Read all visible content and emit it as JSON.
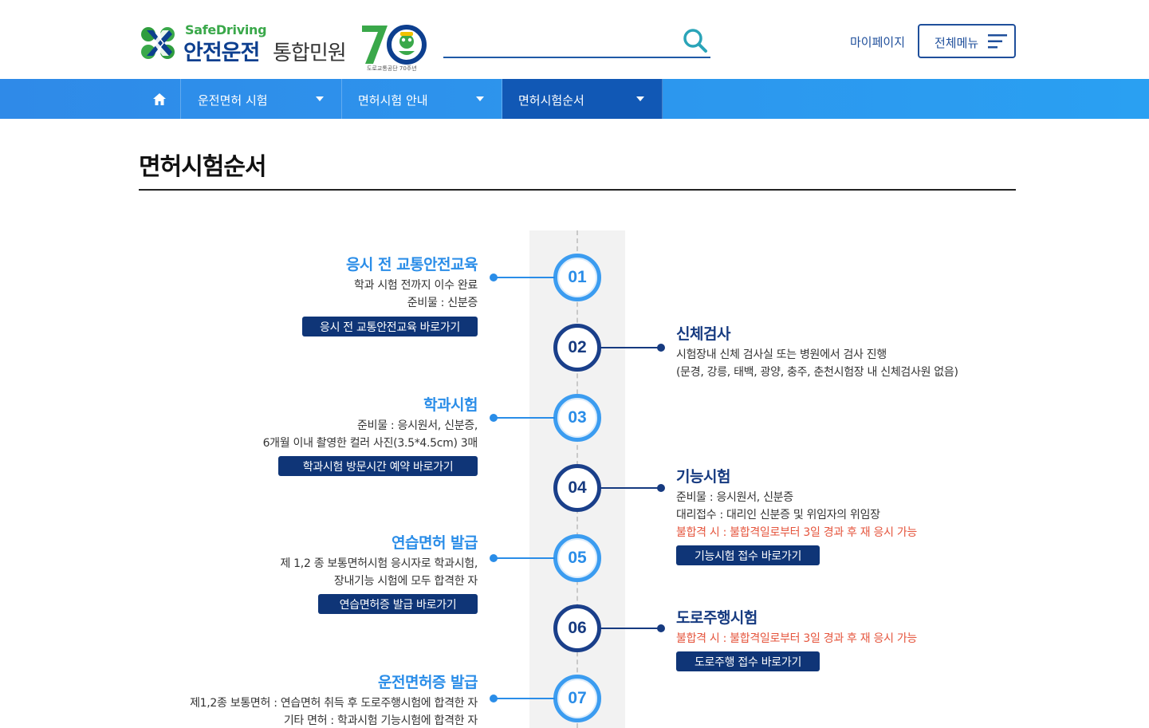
{
  "header": {
    "logo_en": "SafeDriving",
    "logo_kr_main": "안전운전",
    "logo_kr_sub": "통합민원",
    "logo_anniv_caption": "도로교통공단 70주년",
    "search_placeholder": "",
    "mypage_label": "마이페이지",
    "allmenu_label": "전체메뉴"
  },
  "nav": {
    "items": [
      {
        "label": "운전면허 시험"
      },
      {
        "label": "면허시험 안내"
      },
      {
        "label": "면허시험순서"
      }
    ]
  },
  "page": {
    "title": "면허시험순서"
  },
  "steps": [
    {
      "num": "01",
      "title": "응시 전 교통안전교육",
      "lines": [
        "학과 시험 전까지 이수 완료",
        "준비물 : 신분증"
      ],
      "button": "응시 전 교통안전교육 바로가기"
    },
    {
      "num": "02",
      "title": "신체검사",
      "lines": [
        "시험장내 신체 검사실 또는 병원에서 검사 진행",
        "(문경, 강릉, 태백, 광양, 충주, 춘천시험장 내 신체검사원 없음)"
      ]
    },
    {
      "num": "03",
      "title": "학과시험",
      "lines": [
        "준비물 : 응시원서, 신분증,",
        "6개월 이내 촬영한 컬러 사진(3.5*4.5cm) 3매"
      ],
      "button": "학과시험 방문시간 예약 바로가기"
    },
    {
      "num": "04",
      "title": "기능시험",
      "lines": [
        "준비물 : 응시원서, 신분증",
        "대리접수 : 대리인 신분증 및 위임자의 위임장"
      ],
      "warning": "불합격 시 : 불합격일로부터 3일 경과 후 재 응시 가능",
      "button": "기능시험 접수 바로가기"
    },
    {
      "num": "05",
      "title": "연습면허 발급",
      "lines": [
        "제 1,2 종 보통면허시험 응시자로 학과시험,",
        "장내기능 시험에 모두 합격한 자"
      ],
      "button": "연습면허증 발급 바로가기"
    },
    {
      "num": "06",
      "title": "도로주행시험",
      "warning": "불합격 시 : 불합격일로부터 3일 경과 후 재 응시 가능",
      "button": "도로주행 접수 바로가기"
    },
    {
      "num": "07",
      "title": "운전면허증 발급",
      "lines": [
        "제1,2종 보통면허 : 연습면허 취득 후 도로주행시험에 합격한 자",
        "기타 면허 : 학과시험 기능시험에 합격한 자"
      ]
    }
  ],
  "colors": {
    "accent_light": "#2a8de8",
    "accent_dark": "#163a80",
    "warning": "#e5553d",
    "nav_active": "#1158b5"
  }
}
